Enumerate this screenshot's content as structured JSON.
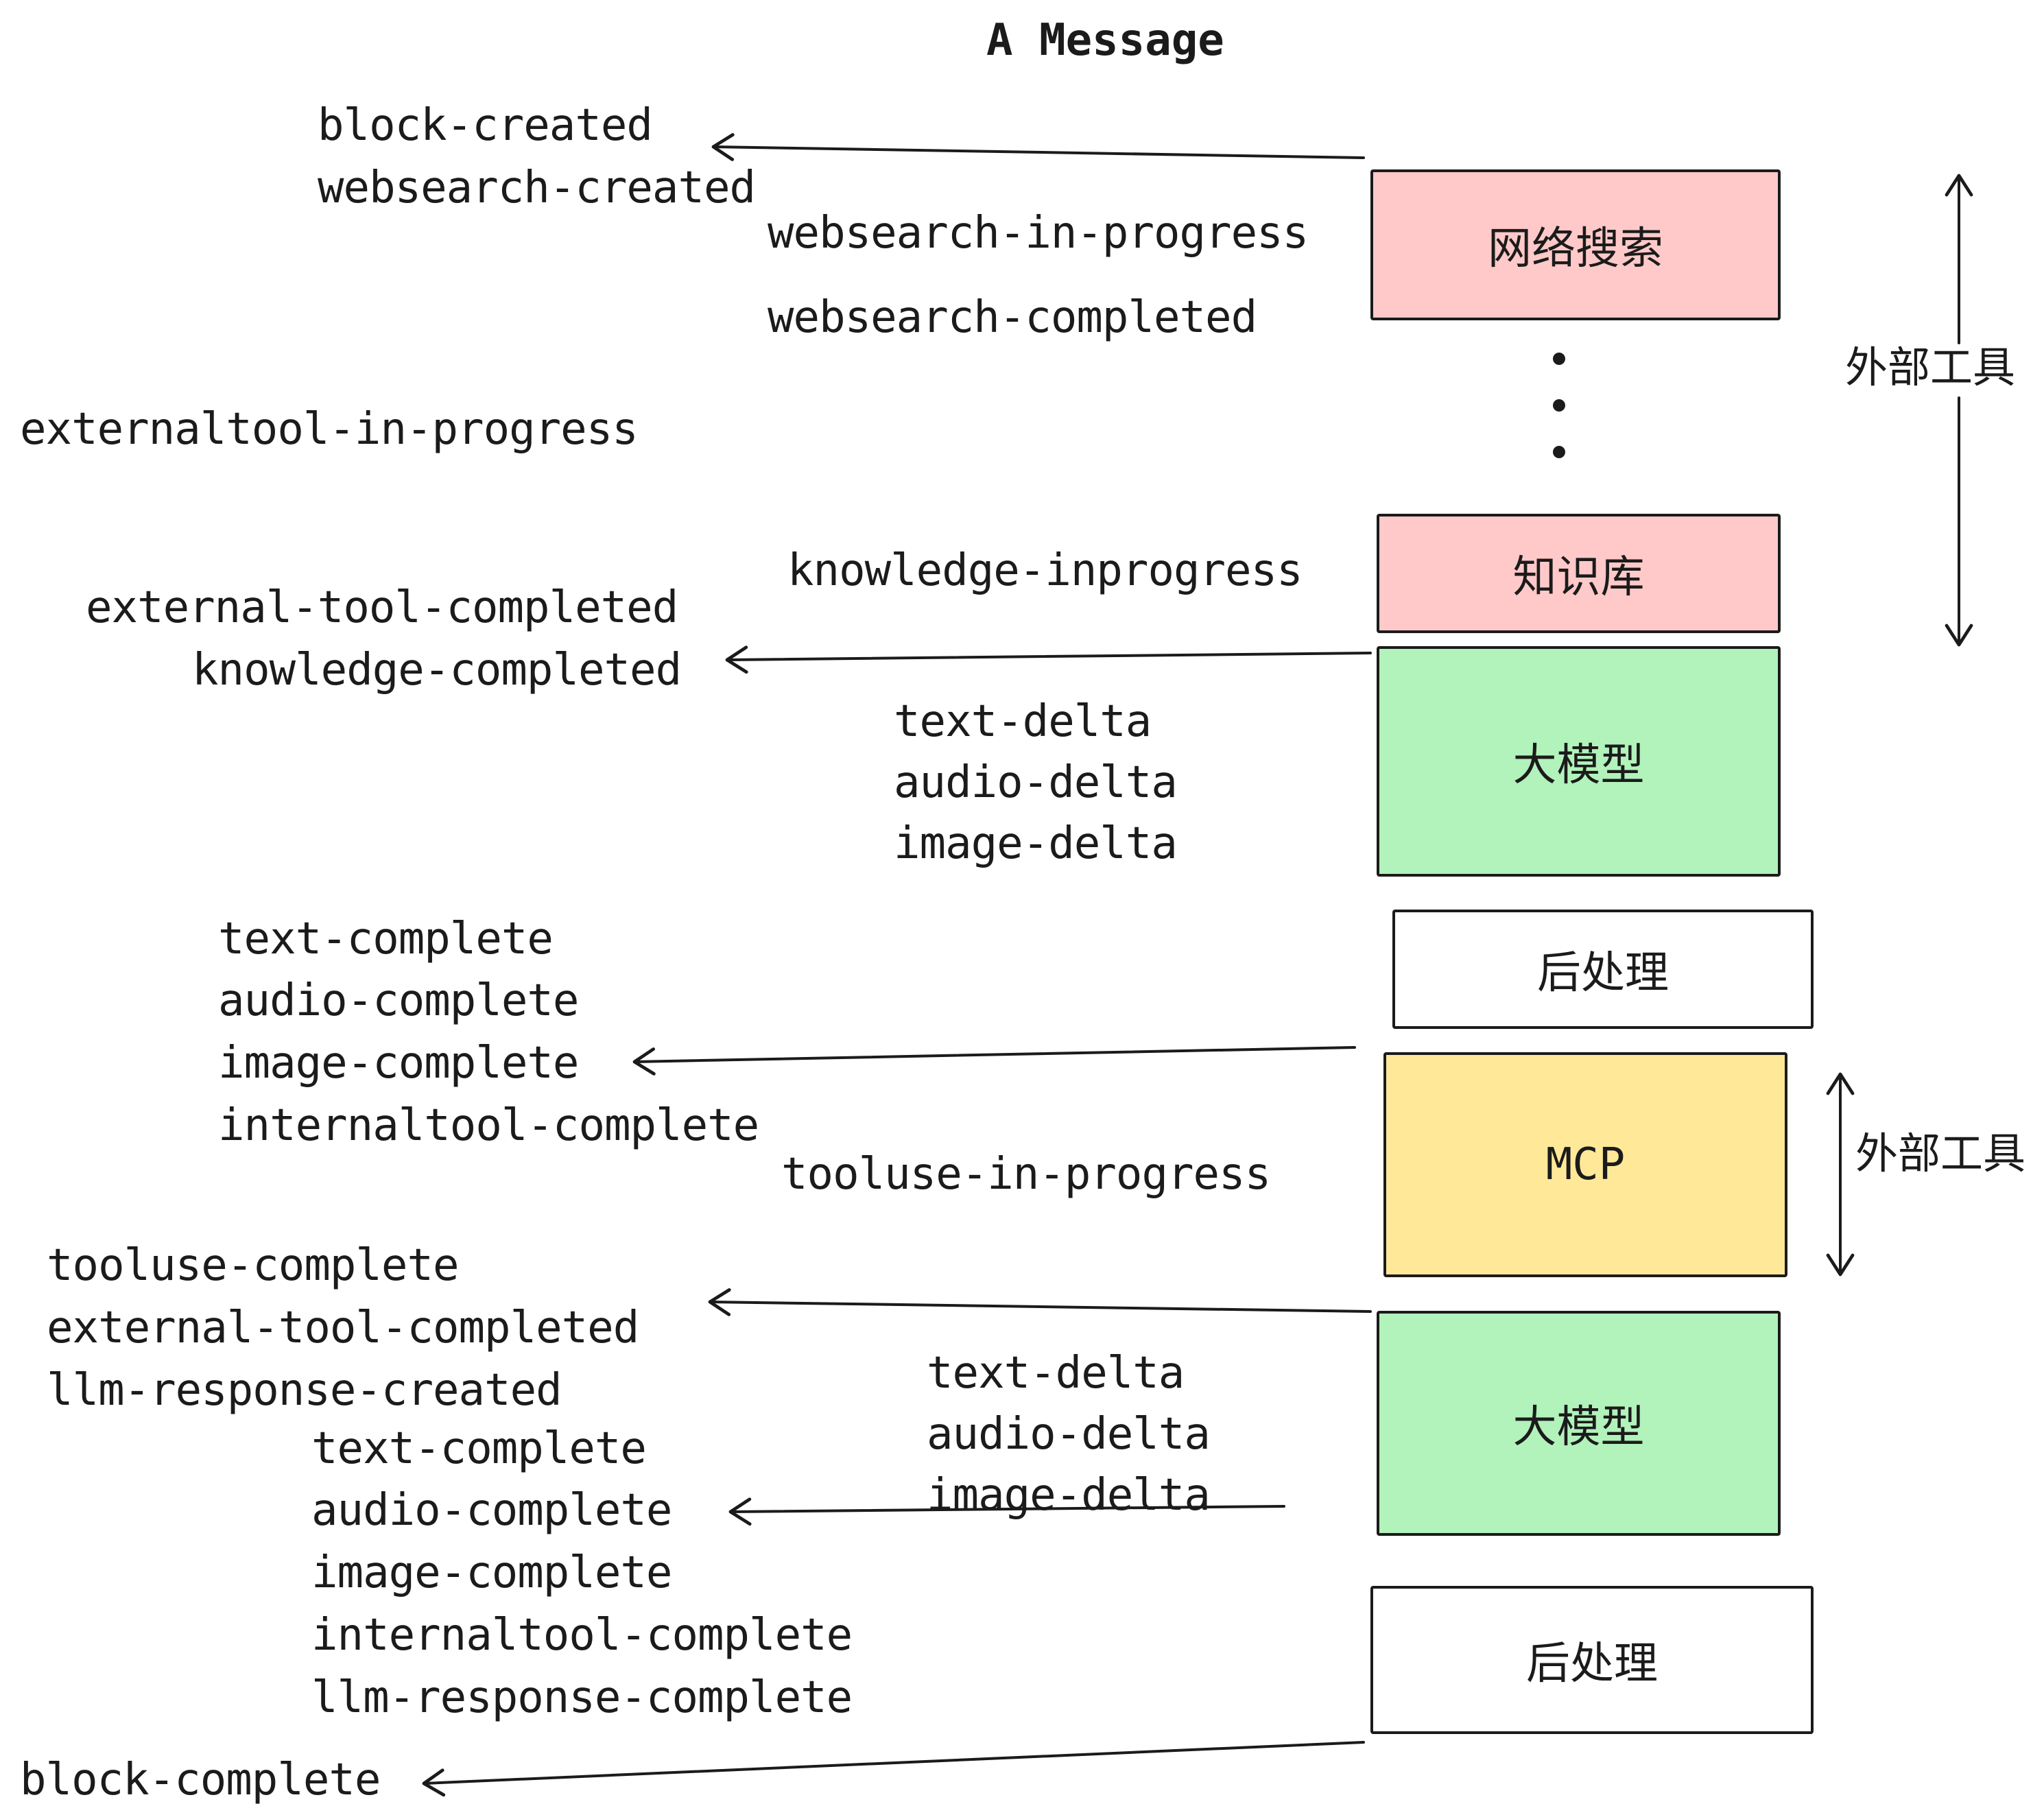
{
  "title": "A Message",
  "boxes": [
    {
      "id": "websearch",
      "label": "网络搜索",
      "fill": "#ffc9c9"
    },
    {
      "id": "knowledge",
      "label": "知识库",
      "fill": "#ffc9c9"
    },
    {
      "id": "llm-1",
      "label": "大模型",
      "fill": "#b2f2bb"
    },
    {
      "id": "postprocess-1",
      "label": "后处理",
      "fill": "#ffffff"
    },
    {
      "id": "mcp",
      "label": "MCP",
      "fill": "#ffe999"
    },
    {
      "id": "llm-2",
      "label": "大模型",
      "fill": "#b2f2bb"
    },
    {
      "id": "postprocess-2",
      "label": "后处理",
      "fill": "#ffffff"
    }
  ],
  "events": [
    "block-created",
    "websearch-created",
    "websearch-in-progress",
    "websearch-completed",
    "externaltool-in-progress",
    "knowledge-inprogress",
    "external-tool-completed",
    "knowledge-completed",
    "text-delta",
    "audio-delta",
    "image-delta",
    "text-complete",
    "audio-complete",
    "image-complete",
    "internaltool-complete",
    "tooluse-in-progress",
    "tooluse-complete",
    "external-tool-completed",
    "llm-response-created",
    "text-complete",
    "audio-complete",
    "image-complete",
    "internaltool-complete",
    "llm-response-complete",
    "block-complete"
  ],
  "side_labels": [
    "外部工具",
    "外部工具"
  ],
  "colors": {
    "ink": "#1b1b1b",
    "pink": "#ffc9c9",
    "green": "#b2f2bb",
    "yellow": "#ffe999",
    "white": "#ffffff"
  }
}
